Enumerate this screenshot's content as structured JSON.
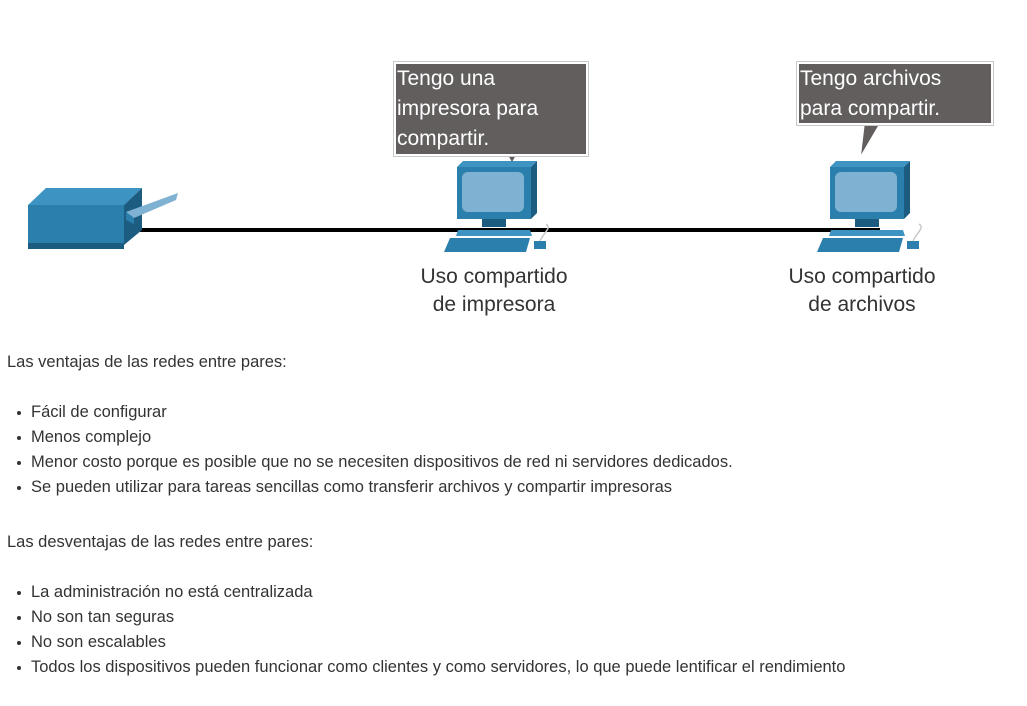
{
  "diagram": {
    "devices": [
      {
        "icon": "printer-icon"
      },
      {
        "icon": "pc-icon",
        "label_lines": [
          "Uso compartido",
          "de impresora"
        ],
        "bubble_lines": [
          "Tengo una",
          "impresora para",
          "compartir."
        ]
      },
      {
        "icon": "pc-icon",
        "label_lines": [
          "Uso compartido",
          "de archivos"
        ],
        "bubble_lines": [
          "Tengo archivos",
          "para compartir."
        ]
      }
    ],
    "colors": {
      "device_blue": "#2a7fad",
      "device_dark": "#1b5c80",
      "screen": "#7fb2d2",
      "bubble_bg": "#625e5e",
      "cable": "#000000"
    }
  },
  "advantages": {
    "intro": "Las ventajas de las redes entre pares:",
    "items": [
      "Fácil de configurar",
      "Menos complejo",
      "Menor costo porque es posible que no se necesiten dispositivos de red ni servidores dedicados.",
      "Se pueden utilizar para tareas sencillas como transferir archivos y compartir impresoras"
    ]
  },
  "disadvantages": {
    "intro": "Las desventajas de las redes entre pares:",
    "items": [
      "La administración no está centralizada",
      "No son tan seguras",
      "No son escalables",
      "Todos los dispositivos pueden funcionar como clientes y como servidores, lo que puede lentificar el rendimiento"
    ]
  }
}
